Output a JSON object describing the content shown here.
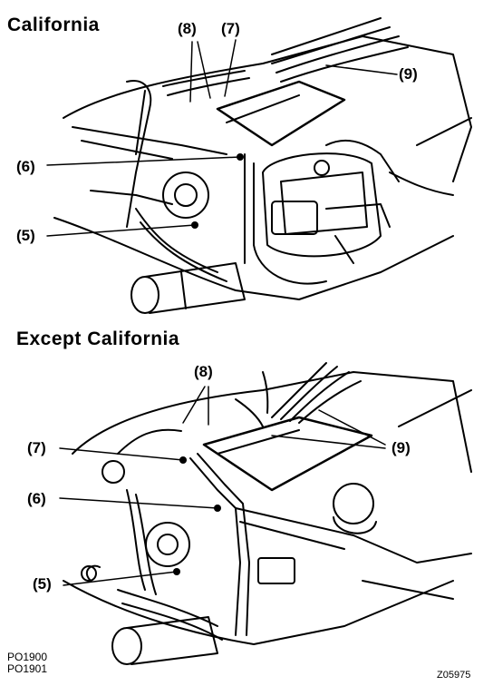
{
  "headings": {
    "top": "California",
    "bottom": "Except California"
  },
  "callouts_top": {
    "c8": "(8)",
    "c7": "(7)",
    "c9": "(9)",
    "c6": "(6)",
    "c5": "(5)"
  },
  "callouts_bottom": {
    "c8": "(8)",
    "c7": "(7)",
    "c9": "(9)",
    "c6": "(6)",
    "c5": "(5)"
  },
  "codes": {
    "code1": "PO1900",
    "code2": "PO1901",
    "figure_id": "Z05975"
  }
}
